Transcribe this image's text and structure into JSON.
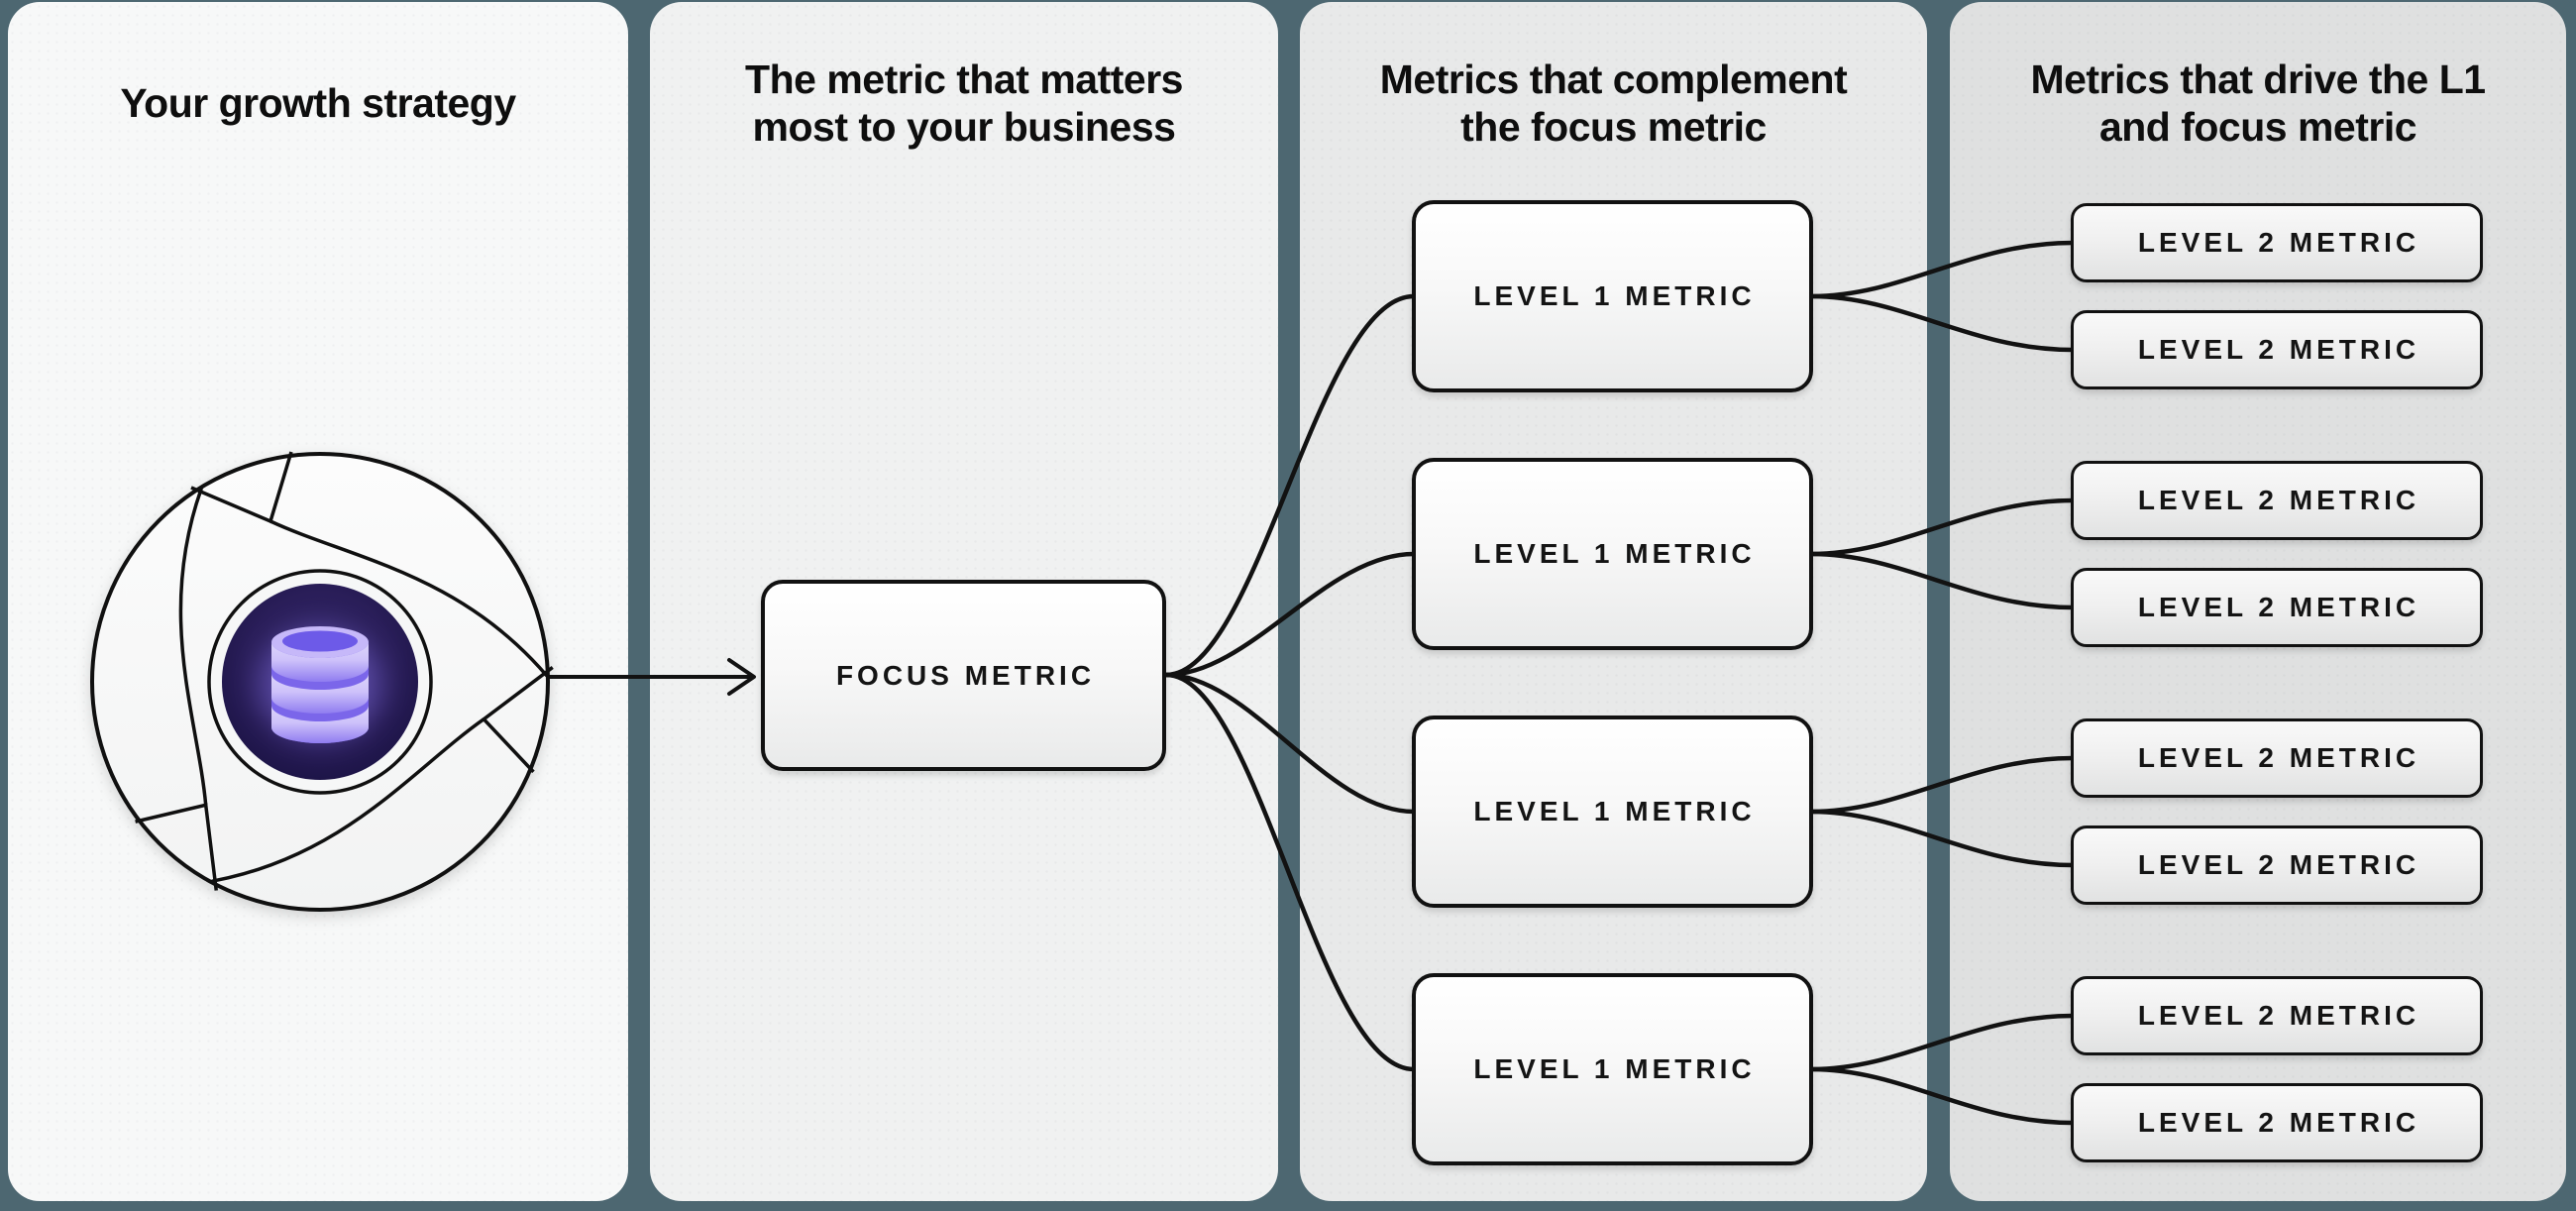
{
  "canvas": {
    "background_color": "#4d6771",
    "connector_color": "#121212",
    "accent_purple": "#7b66ea"
  },
  "panels": [
    {
      "title": "Your growth strategy",
      "color": "#f7f8f8"
    },
    {
      "title": "The metric that matters\nmost to your business",
      "color": "#f0f1f1"
    },
    {
      "title": "Metrics that complement\nthe focus metric",
      "color": "#e8e9e9"
    },
    {
      "title": "Metrics that drive the L1\nand focus metric",
      "color": "#dfe0e0"
    }
  ],
  "focus": {
    "label": "FOCUS METRIC"
  },
  "level1": [
    {
      "label": "LEVEL 1 METRIC"
    },
    {
      "label": "LEVEL 1 METRIC"
    },
    {
      "label": "LEVEL 1 METRIC"
    },
    {
      "label": "LEVEL 1 METRIC"
    }
  ],
  "level2": [
    {
      "label": "LEVEL 2 METRIC"
    },
    {
      "label": "LEVEL 2 METRIC"
    },
    {
      "label": "LEVEL 2 METRIC"
    },
    {
      "label": "LEVEL 2 METRIC"
    },
    {
      "label": "LEVEL 2 METRIC"
    },
    {
      "label": "LEVEL 2 METRIC"
    },
    {
      "label": "LEVEL 2 METRIC"
    },
    {
      "label": "LEVEL 2 METRIC"
    }
  ],
  "icons": {
    "flywheel": "flywheel-with-database-core"
  }
}
